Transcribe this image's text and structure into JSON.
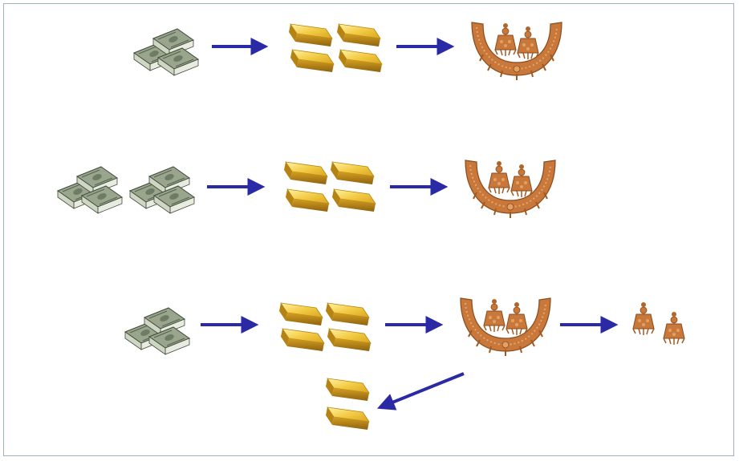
{
  "diagram": {
    "colors": {
      "arrow": "#2a2aa6",
      "gold_light": "#f6dc6a",
      "gold_mid": "#e0b12a",
      "gold_dark": "#a97812",
      "money_green": "#7b8a72",
      "money_dark": "#3f4a3a",
      "jewel": "#c8783a",
      "jewel_dark": "#8a4a1a",
      "frame_border": "#9ab4bf"
    },
    "rows": [
      {
        "money": 1,
        "gold_bars": 4,
        "jewelry": "necklace"
      },
      {
        "money": 2,
        "gold_bars": 4,
        "jewelry": "necklace"
      },
      {
        "money": 1,
        "gold_bars": 4,
        "jewelry": "necklace",
        "extra": [
          "earrings",
          "returned-gold-2-bars"
        ]
      }
    ],
    "icons": [
      "money-stack-icon",
      "gold-bar-icon",
      "necklace-icon",
      "earrings-icon",
      "arrow-icon"
    ]
  }
}
